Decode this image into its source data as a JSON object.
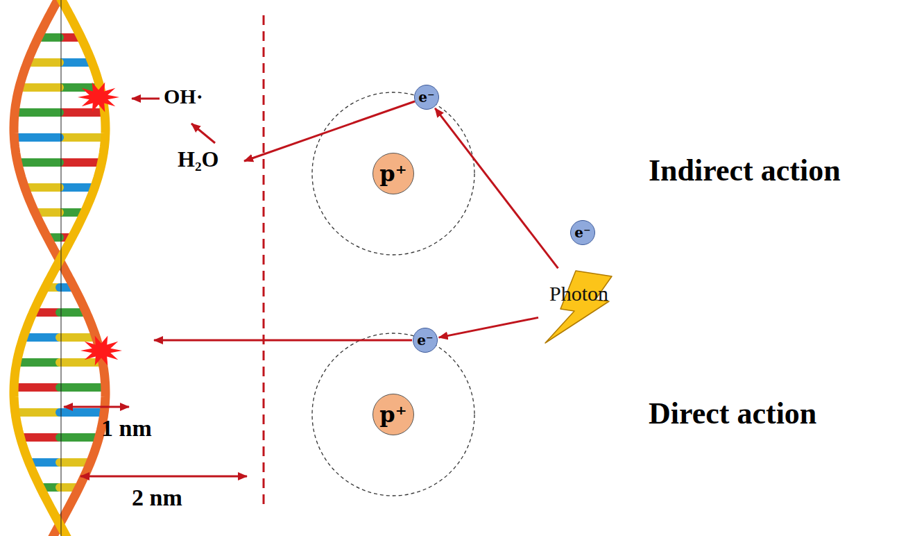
{
  "diagram": {
    "nodes": [
      {
        "text": [
          "e⁻"
        ]
      },
      {
        "text": [
          "p⁺"
        ]
      },
      {
        "text": [
          "e⁻"
        ]
      },
      {
        "text": [
          "Photon"
        ]
      },
      {
        "text": [
          "e⁻"
        ]
      },
      {
        "text": [
          "p⁺"
        ]
      }
    ],
    "edges": [
      {
        "from": 3,
        "to": 0,
        "arrow": "to"
      },
      {
        "from": 3,
        "to": 4,
        "arrow": "to"
      }
    ],
    "labels": [
      "OH·",
      "H₂O",
      "Indirect action",
      "Direct action",
      "1 nm",
      "2 nm"
    ]
  }
}
